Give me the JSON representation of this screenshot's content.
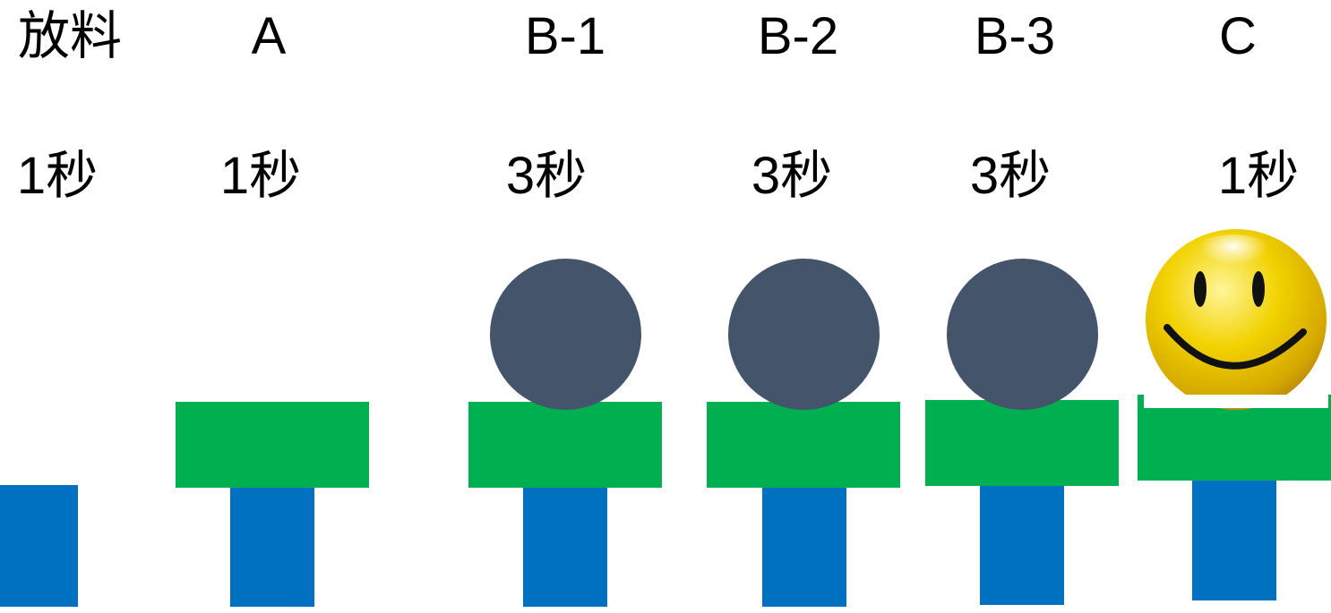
{
  "stations": [
    {
      "label": "放料",
      "time": "1秒",
      "item": "none"
    },
    {
      "label": "A",
      "time": "1秒",
      "item": "none"
    },
    {
      "label": "B-1",
      "time": "3秒",
      "item": "ball"
    },
    {
      "label": "B-2",
      "time": "3秒",
      "item": "ball"
    },
    {
      "label": "B-3",
      "time": "3秒",
      "item": "ball"
    },
    {
      "label": "C",
      "time": "1秒",
      "item": "smiley-icon"
    }
  ],
  "colors": {
    "pillar": "#0070C0",
    "platform": "#00B050",
    "ball": "#44546A",
    "smiley_face": "#F2D200"
  }
}
